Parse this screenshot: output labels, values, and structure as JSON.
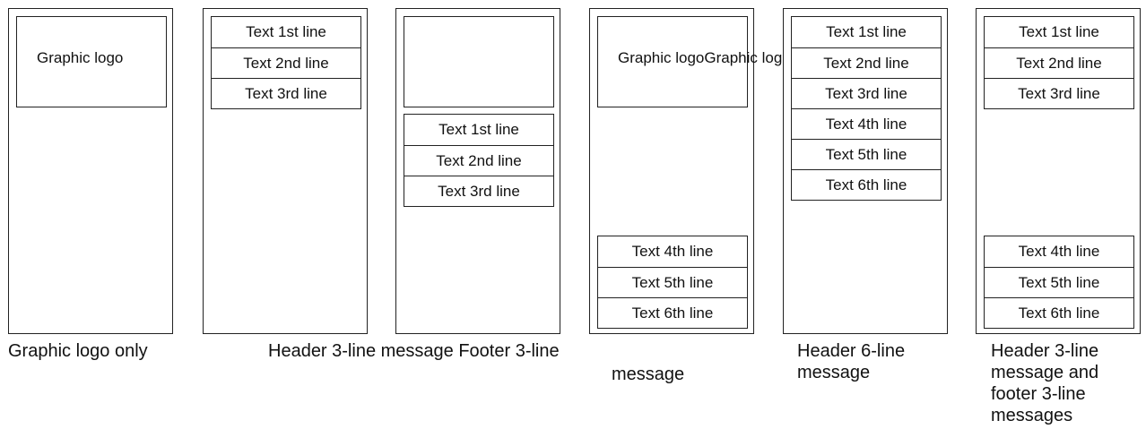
{
  "panels": [
    {
      "caption": "Graphic logo only",
      "logo": "Graphic logo"
    },
    {
      "caption": "Header 3-line message Footer 3-line",
      "header": [
        "Text 1st line",
        "Text 2nd line",
        "Text 3rd line"
      ]
    },
    {
      "header": [
        "Text 1st line",
        "Text 2nd line",
        "Text 3rd line"
      ]
    },
    {
      "caption": "message",
      "logo": "Graphic logoGraphic logo",
      "footer": [
        "Text 4th line",
        "Text 5th line",
        "Text 6th line"
      ]
    },
    {
      "caption_lines": [
        "Header 6-line",
        "message"
      ],
      "header": [
        "Text 1st line",
        "Text 2nd line",
        "Text 3rd line",
        "Text 4th line",
        "Text 5th line",
        "Text 6th line"
      ]
    },
    {
      "caption_lines": [
        "Header 3-line",
        "message and",
        "footer 3-line",
        "messages"
      ],
      "header": [
        "Text 1st line",
        "Text 2nd line",
        "Text 3rd line"
      ],
      "footer": [
        "Text 4th line",
        "Text 5th line",
        "Text 6th line"
      ]
    }
  ]
}
